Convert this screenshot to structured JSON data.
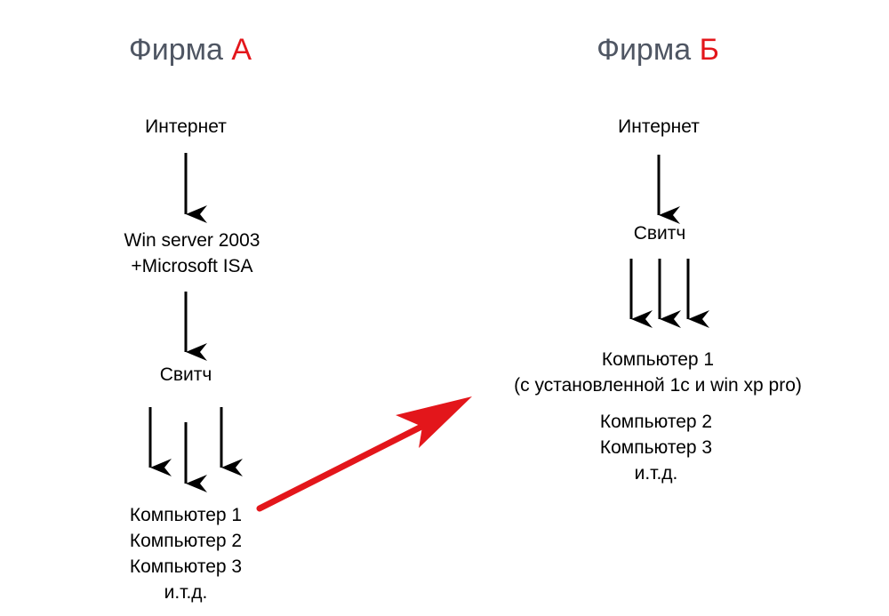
{
  "firm_a": {
    "title_prefix": "Фирма",
    "title_letter": "А",
    "internet": "Интернет",
    "server_line1": "Win server 2003",
    "server_line2": "+Microsoft ISA",
    "switch": "Свитч",
    "computers": [
      "Компьютер 1",
      "Компьютер 2",
      "Компьютер 3",
      "и.т.д."
    ]
  },
  "firm_b": {
    "title_prefix": "Фирма",
    "title_letter": "Б",
    "internet": "Интернет",
    "switch": "Свитч",
    "computer1_line1": "Компьютер 1",
    "computer1_line2": "(с установленной 1с и win xp pro)",
    "computers": [
      "Компьютер 2",
      "Компьютер 3",
      "и.т.д."
    ]
  },
  "colors": {
    "title_text": "#4f5663",
    "accent_red": "#e3161b",
    "arrow_black": "#000000"
  }
}
